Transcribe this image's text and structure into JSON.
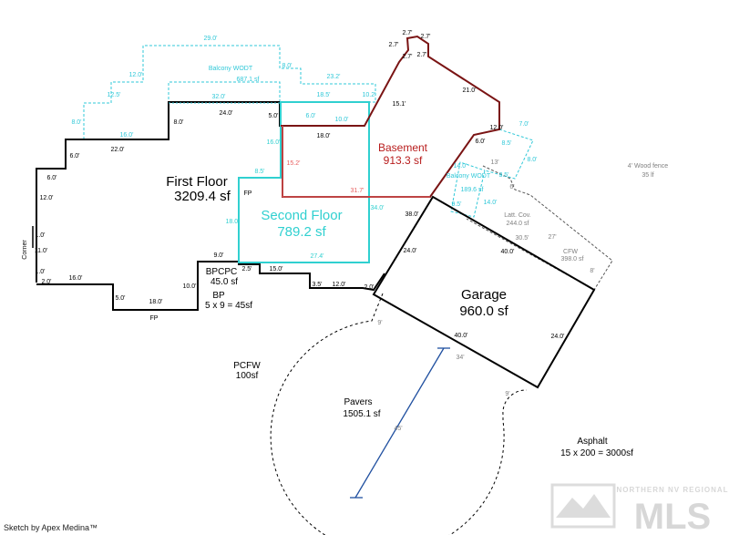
{
  "rooms": {
    "first_floor": {
      "name": "First Floor",
      "area": "3209.4 sf"
    },
    "second_floor": {
      "name": "Second Floor",
      "area": "789.2 sf"
    },
    "basement": {
      "name": "Basement",
      "area": "913.3 sf"
    },
    "garage": {
      "name": "Garage",
      "area": "960.0 sf"
    },
    "pavers": {
      "name": "Pavers",
      "area": "1505.1 sf"
    },
    "balcony_top": {
      "name": "Balcony WODT",
      "area": "687.1 sf"
    },
    "balcony_right": {
      "name": "Balcony WODT",
      "area": "189.6 sf"
    },
    "latt_cov": {
      "name": "Latt. Cov.",
      "area": "244.0 sf"
    },
    "cfw": {
      "name": "CFW",
      "area": "398.0 sf"
    },
    "bpcpc": {
      "name": "BPCPC",
      "area": "45.0 sf"
    },
    "bp": {
      "name": "BP",
      "area": "5 x 9 = 45sf"
    },
    "pcfw": {
      "name": "PCFW",
      "area": "100sf"
    },
    "asphalt": {
      "name": "Asphalt",
      "area": "15 x 200 = 3000sf"
    },
    "wood_fence": {
      "name": "4' Wood fence",
      "area": "35 lf"
    }
  },
  "labels": {
    "corner": "Corner",
    "fp_top": "FP",
    "fp_bottom": "FP"
  },
  "dimensions": {
    "first_floor": [
      "6.0'",
      "12.0'",
      "1.0'",
      "11.0'",
      "1.0'",
      "2.0'",
      "16.0'",
      "5.0'",
      "18.0'",
      "10.0'",
      "6.0'",
      "22.0'",
      "8.0'",
      "24.0'",
      "5.0'",
      "9.0'",
      "2.5'",
      "15.0'",
      "3.5'",
      "12.0'",
      "2.0'"
    ],
    "balcony_top": [
      "29.0'",
      "12.0'",
      "12.5'",
      "8.0'",
      "16.0'",
      "32.0'",
      "8.0'",
      "23.2'",
      "18.5'",
      "10.2'",
      "6.0'",
      "10.0'"
    ],
    "second_floor": [
      "16.0'",
      "8.5'",
      "18.0'",
      "27.4'",
      "34.0'"
    ],
    "basement": [
      "2.7'",
      "2.7'",
      "2.7'",
      "2.7'",
      "2.7'",
      "21.0'",
      "15.1'",
      "18.0'",
      "15.2'",
      "31.7'",
      "12.0'",
      "6.0'"
    ],
    "garage": [
      "38.0'",
      "24.0'",
      "40.0'",
      "40.0'",
      "24.0'"
    ],
    "balcony_right": [
      "7.0'",
      "8.5'",
      "8.0'",
      "14.0'",
      "3.5'",
      "13'",
      "6'",
      "14.0'",
      "9.5'"
    ],
    "patio": [
      "30.5'",
      "27'",
      "8'"
    ],
    "pavers": [
      "9'",
      "34'",
      "45'",
      "9'"
    ]
  },
  "credit": "Sketch by Apex Medina™",
  "watermark": {
    "top": "NORTHERN NV REGIONAL",
    "main": "MLS"
  },
  "colors": {
    "first_floor": "#000000",
    "second_floor": "#30d0d0",
    "balcony": "#30c8d8",
    "basement": "#7a1414",
    "basement_text": "#b81c1c",
    "basement_interior": "#e86060",
    "garage": "#000000",
    "dim_green": "#2a6a2a",
    "gray": "#808080",
    "pavers_radius": "#2050a0",
    "watermark": "#c0c0c0"
  }
}
